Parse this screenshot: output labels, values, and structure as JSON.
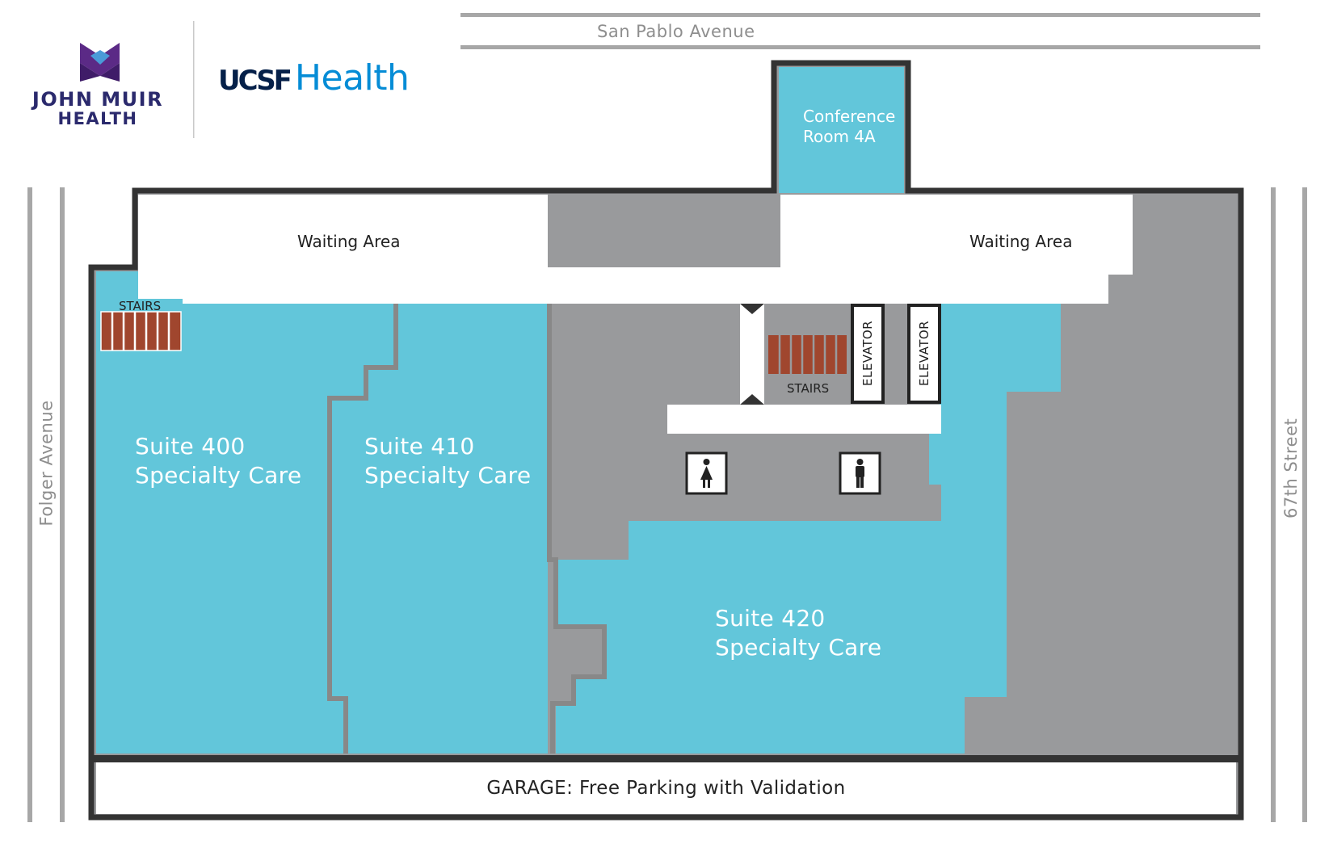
{
  "logos": {
    "john_muir_line1": "JOHN MUIR",
    "john_muir_line2": "HEALTH",
    "ucsf_mark": "UCSF",
    "ucsf_word": "Health"
  },
  "streets": {
    "top": "San Pablo Avenue",
    "left": "Folger Avenue",
    "right": "67th Street"
  },
  "rooms": {
    "conference": {
      "line1": "Conference",
      "line2": "Room 4A"
    },
    "waiting_left": "Waiting Area",
    "waiting_right": "Waiting Area",
    "suite_400": {
      "line1": "Suite 400",
      "line2": "Specialty Care"
    },
    "suite_410": {
      "line1": "Suite 410",
      "line2": "Specialty Care"
    },
    "suite_420": {
      "line1": "Suite 420",
      "line2": "Specialty Care"
    },
    "stairs_left": "STAIRS",
    "stairs_center": "STAIRS",
    "elevator_1": "ELEVATOR",
    "elevator_2": "ELEVATOR",
    "garage": "GARAGE: Free Parking with Validation"
  },
  "icons": [
    "womens-restroom-icon",
    "mens-restroom-icon",
    "john-muir-logo-icon"
  ],
  "colors": {
    "suite": "#62c6da",
    "service": "#999a9c",
    "walls": "#333333",
    "stairs": "#a0462e",
    "street_lines": "#a7a7a7",
    "john_muir_purple": "#5b2a86",
    "ucsf_blue": "#058cd6"
  }
}
